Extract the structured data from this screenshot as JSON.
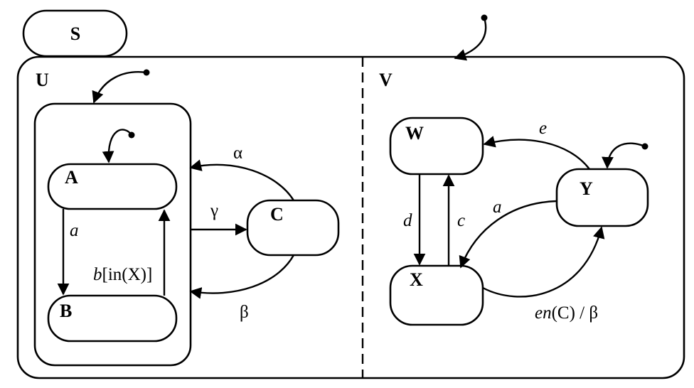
{
  "states": {
    "S": "S",
    "U": "U",
    "V": "V",
    "A": "A",
    "B": "B",
    "C": "C",
    "W": "W",
    "X": "X",
    "Y": "Y"
  },
  "transitions": {
    "a_AB": "a",
    "b_event": "b",
    "b_guard": "[in(X)]",
    "alpha": "α",
    "gamma": "γ",
    "beta": "β",
    "d": "d",
    "c": "c",
    "e": "e",
    "a_YX": "a",
    "en_event": "en",
    "en_action": "(C) / β"
  }
}
